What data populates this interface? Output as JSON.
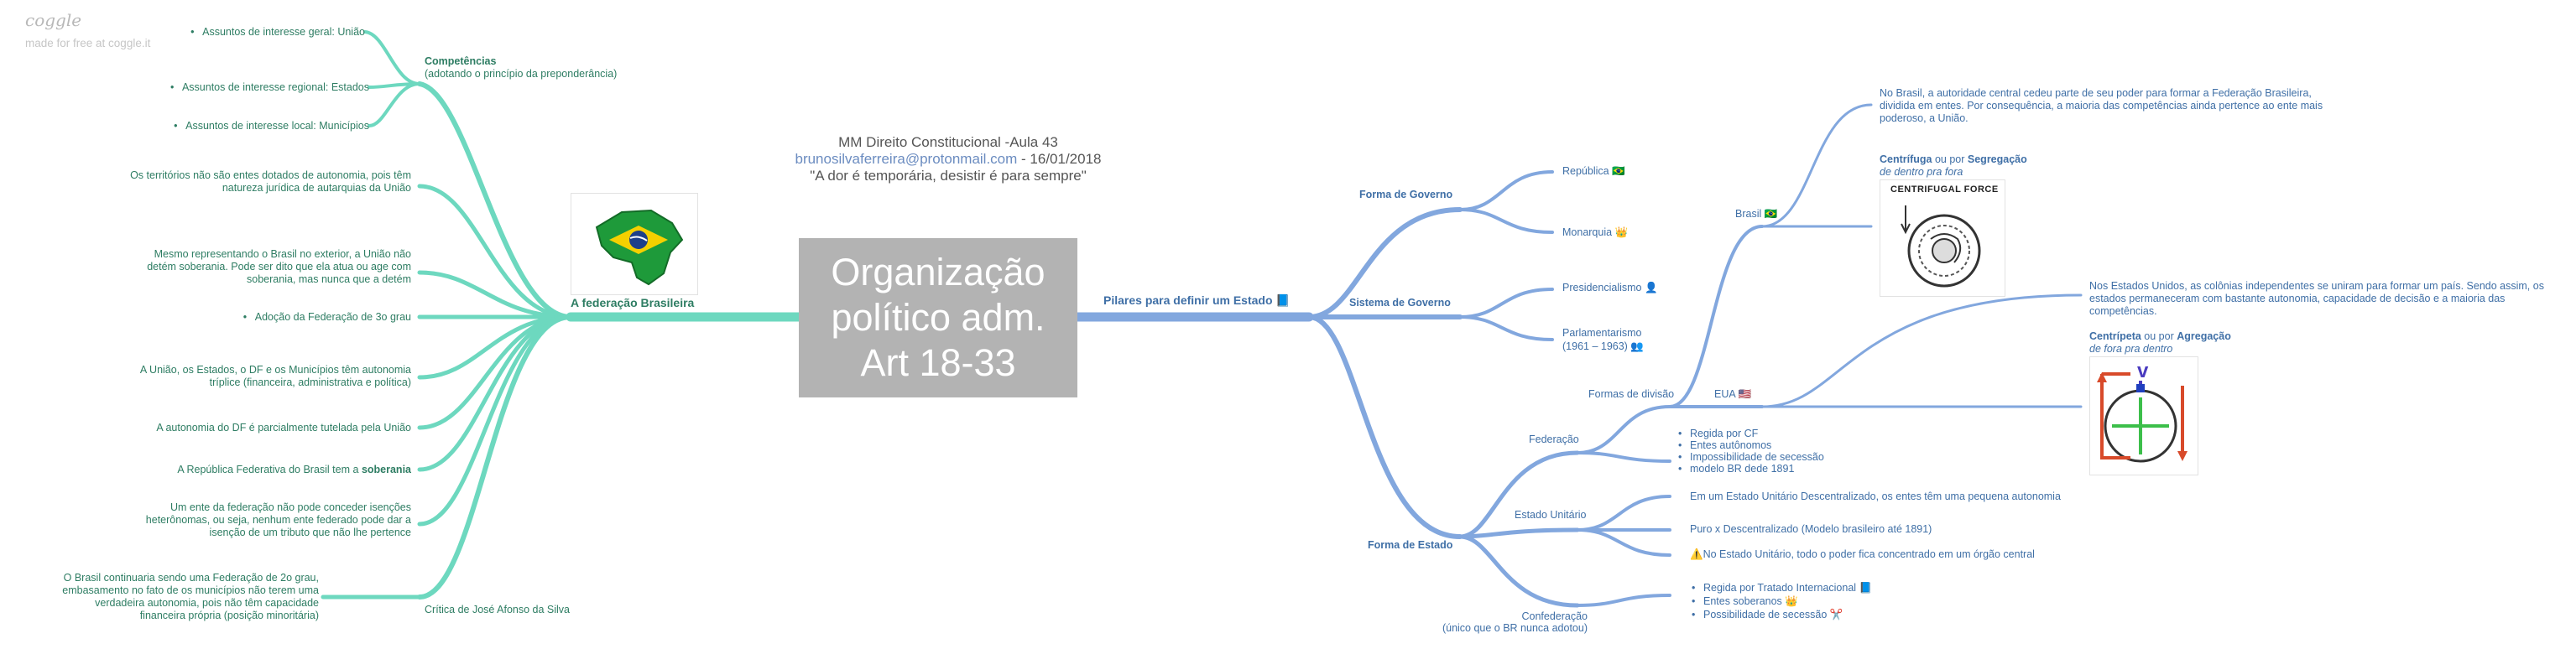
{
  "brand": {
    "name": "coggle",
    "sub": "made for free at coggle.it"
  },
  "header": {
    "line1": "MM Direito Constitucional -Aula 43",
    "email": "brunosilvaferreira@protonmail.com",
    "date": " - 16/01/2018",
    "quote": "\"A dor é temporária, desistir é para sempre\""
  },
  "center": {
    "title": "Organização\npolítico adm.\nArt 18-33"
  },
  "left": {
    "main": "A federação Brasileira",
    "competencias": {
      "title": "Competências",
      "subtitle": "(adotando o princípio da preponderância)",
      "items": [
        "Assuntos de interesse geral: União",
        "Assuntos de interesse regional: Estados",
        "Assuntos de interesse local: Municípios"
      ]
    },
    "notes": [
      "Os territórios não são entes dotados de autonomia, pois têm natureza jurídica de autarquias da União",
      "Mesmo representando o Brasil no exterior, a União não detém soberania. Pode ser dito que ela atua ou age com soberania, mas nunca que a detém",
      "Adoção da Federação de 3o grau",
      "A União, os Estados, o DF e os Municípios têm autonomia tríplice (financeira, administrativa e política)",
      "A autonomia do DF é parcialmente tutelada pela União"
    ],
    "republica": {
      "text": "A República Federativa do Brasil tem a",
      "bold": "soberania"
    },
    "isencoes": "Um ente da federação não pode conceder isenções heterônomas, ou seja, nenhum ente federado pode dar a isenção de um tributo que não lhe pertence",
    "critica": {
      "label": "Crítica de José Afonso da Silva",
      "text": "O Brasil continuaria sendo uma Federação de 2o grau, embasamento no fato de os municípios não terem uma verdadeira autonomia, pois não têm capacidade financeira própria (posição minoritária)"
    }
  },
  "right": {
    "pilares": "Pilares para definir um Estado",
    "forma_governo": {
      "title": "Forma de Governo",
      "items": [
        "República",
        "Monarquia"
      ]
    },
    "sistema_governo": {
      "title": "Sistema de Governo",
      "presidencialismo": "Presidencialismo",
      "parlamentarismo": "Parlamentarismo",
      "parlamentarismo_years": "(1961 – 1963)"
    },
    "forma_estado": {
      "title": "Forma de Estado",
      "federacao": {
        "label": "Federação",
        "bullets": [
          "Regida por CF",
          "Entes autônomos",
          "Impossibilidade de secessão",
          "modelo BR dede 1891"
        ],
        "formas_divisao": "Formas de divisão",
        "brasil": {
          "label": "Brasil",
          "note": "No Brasil, a autoridade central cedeu parte de seu poder para formar a Federação Brasileira, dividida em entes. Por consequência, a maioria das competências ainda pertence ao ente mais poderoso, a União.",
          "centrifuga": "Centrífuga",
          "ou_por": " ou por ",
          "segregacao": "Segregação",
          "centrifuga_sub": "de dentro pra fora",
          "img_caption": "CENTRIFUGAL FORCE"
        },
        "eua": {
          "label": "EUA",
          "note": "Nos Estados Unidos, as colônias independentes se uniram para formar um país. Sendo assim, os estados permaneceram com bastante autonomia, capacidade de decisão e a maioria das competências.",
          "centripeta": "Centrípeta",
          "ou_por": " ou por ",
          "agregacao": "Agregação",
          "centripeta_sub": "de fora pra dentro"
        }
      },
      "estado_unitario": {
        "label": "Estado Unitário",
        "items": [
          "Em um Estado Unitário Descentralizado, os entes têm uma pequena autonomia",
          "Puro x Descentralizado (Modelo brasileiro até 1891)",
          "No Estado Unitário, todo o poder fica concentrado em um órgão central"
        ]
      },
      "confederacao": {
        "label": "Confederação",
        "sub": "(único que o BR nunca adotou)",
        "bullets": [
          "Regida por Tratado Internacional",
          "Entes soberanos",
          "Possibilidade de secessão"
        ]
      }
    }
  },
  "colors": {
    "green": "#6dd8bf",
    "blue": "#82a7de",
    "center": "#b3b3b3"
  }
}
